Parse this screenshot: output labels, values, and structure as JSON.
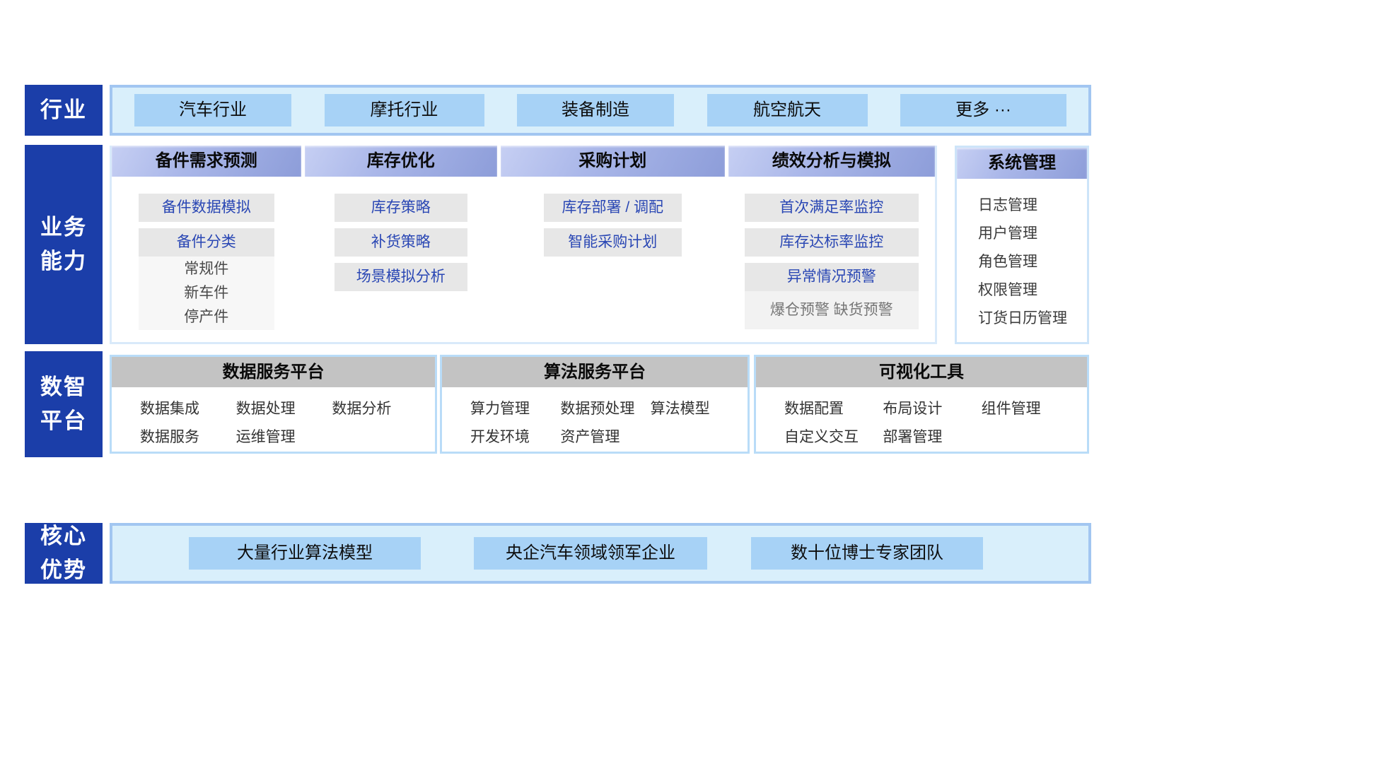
{
  "sidebar": {
    "industry": "行业",
    "business": [
      "业务",
      "能力"
    ],
    "platform": [
      "数智",
      "平台"
    ],
    "advantage": [
      "核心",
      "优势"
    ]
  },
  "industry": {
    "tabs": [
      "汽车行业",
      "摩托行业",
      "装备制造",
      "航空航天",
      "更多 ···"
    ]
  },
  "capabilities": {
    "columns": [
      {
        "header": "备件需求预测",
        "items": [
          "备件数据模拟",
          "备件分类"
        ],
        "sublist": [
          "常规件",
          "新车件",
          "停产件"
        ]
      },
      {
        "header": "库存优化",
        "items": [
          "库存策略",
          "补货策略",
          "场景模拟分析"
        ]
      },
      {
        "header": "采购计划",
        "items": [
          "库存部署 / 调配",
          "智能采购计划"
        ]
      },
      {
        "header": "绩效分析与模拟",
        "items": [
          "首次满足率监控",
          "库存达标率监控",
          "异常情况预警"
        ],
        "subline": "爆仓预警 缺货预警"
      }
    ],
    "system": {
      "header": "系统管理",
      "items": [
        "日志管理",
        "用户管理",
        "角色管理",
        "权限管理",
        "订货日历管理"
      ]
    }
  },
  "platform": {
    "groups": [
      {
        "header": "数据服务平台",
        "items": [
          [
            "数据集成",
            "数据处理",
            "数据分析"
          ],
          [
            "数据服务",
            "运维管理"
          ]
        ]
      },
      {
        "header": "算法服务平台",
        "items": [
          [
            "算力管理",
            "数据预处理",
            "算法模型"
          ],
          [
            "开发环境",
            "资产管理"
          ]
        ]
      },
      {
        "header": "可视化工具",
        "items": [
          [
            "数据配置",
            "布局设计",
            "组件管理"
          ],
          [
            "自定义交互",
            "部署管理"
          ]
        ]
      }
    ]
  },
  "advantages": {
    "buttons": [
      "大量行业算法模型",
      "央企汽车领域领军企业",
      "数十位博士专家团队"
    ]
  },
  "colors": {
    "sidebar_blue": "#1b3ea9",
    "pill_blue": "#a7d2f6",
    "panel_cyan": "#d9effb",
    "panel_border": "#a2c6f1",
    "header_gradient_from": "#c6cff3",
    "header_gradient_to": "#8d9dd9",
    "item_bg": "#e7e7e7",
    "item_text_blue": "#2a47b4",
    "gray_header": "#c3c3c3"
  }
}
